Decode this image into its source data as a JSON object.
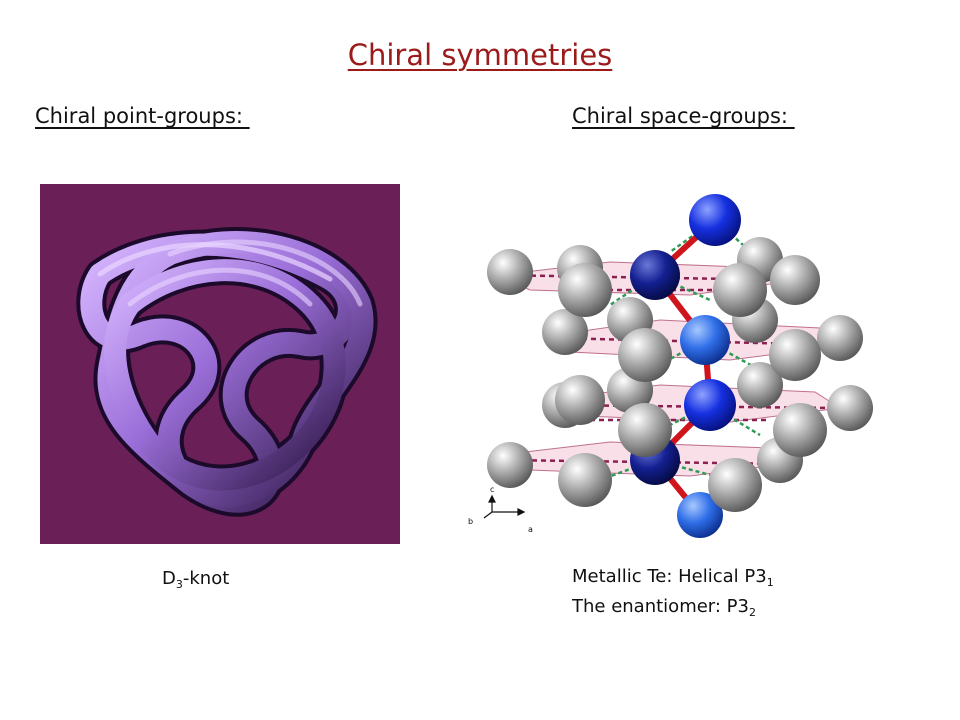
{
  "title": "Chiral symmetries",
  "left_heading": "Chiral point-groups: ",
  "right_heading": "Chiral space-groups: ",
  "knot_caption": {
    "prefix": "D",
    "sub": "3",
    "suffix": "-knot"
  },
  "crystal_caption": {
    "line1_prefix": "Metallic Te: Helical P3",
    "line1_sub": "1",
    "line2_prefix": "The enantiomer: P3",
    "line2_sub": "2"
  },
  "axes_labels": {
    "c": "c",
    "b": "b",
    "a": "a"
  },
  "colors": {
    "title": "#9b1a1a",
    "knot_background": "#6a1f57",
    "knot_tube": "#a47ed8",
    "atom_gray": "#9a9a9a",
    "atom_blue": "#1f3dd6",
    "bond_red": "#d0141c",
    "bond_green": "#2e9a52",
    "plane_pink": "#f2c5d6"
  }
}
